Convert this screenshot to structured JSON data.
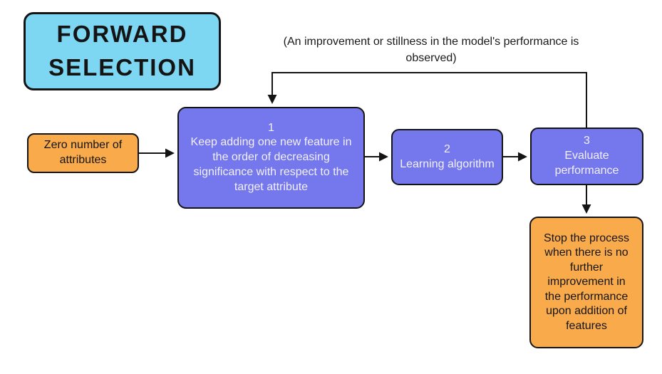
{
  "title": "FORWARD SELECTION",
  "feedback_note": "(An improvement or stillness in the model's performance is observed)",
  "nodes": {
    "start": {
      "label": "Zero number of attributes"
    },
    "step1": {
      "number": "1",
      "label": "Keep adding one new feature in the order of decreasing significance with respect to the target attribute"
    },
    "step2": {
      "number": "2",
      "label": "Learning algorithm"
    },
    "step3": {
      "number": "3",
      "label": "Evaluate performance"
    },
    "stop": {
      "label": "Stop the process when there is no further improvement in the performance upon addition of features"
    }
  },
  "colors": {
    "background": "#FFFFFF",
    "title_bg": "#7DD6F2",
    "process_bg": "#7577EC",
    "terminal_bg": "#F9AB4C",
    "border": "#141414",
    "text_dark": "#1A1A1A",
    "text_light": "#F2F0FA"
  }
}
